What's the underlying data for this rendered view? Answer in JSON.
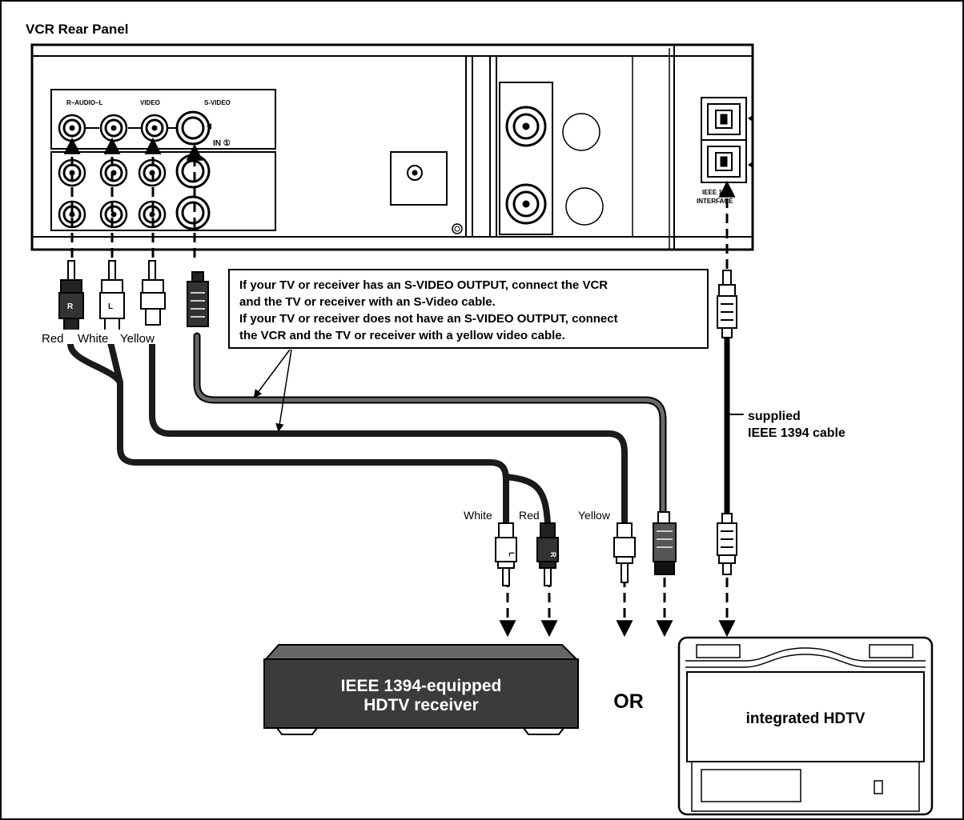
{
  "panel_title": "VCR Rear Panel",
  "jack_labels": {
    "audio": "R–AUDIO–L",
    "video": "VIDEO",
    "svideo": "S-VIDEO",
    "in": "IN ①"
  },
  "ieee_port_label": [
    "IEEE 1394",
    "INTERFACE"
  ],
  "plug_letters": {
    "red": "R",
    "white": "L"
  },
  "top_cable_labels": {
    "red": "Red",
    "white": "White",
    "yellow": "Yellow"
  },
  "bottom_cable_labels": {
    "white": "White",
    "red": "Red",
    "yellow": "Yellow"
  },
  "note_lines": [
    "If your TV or receiver has an S-VIDEO OUTPUT, connect the VCR",
    "and the TV or receiver with an S-Video cable.",
    "If your TV or receiver does not have an S-VIDEO OUTPUT, connect",
    "the VCR and the TV or receiver with a yellow video cable."
  ],
  "cable_label": [
    "supplied",
    "IEEE 1394 cable"
  ],
  "receiver_label": [
    "IEEE 1394-equipped",
    "HDTV receiver"
  ],
  "or_label": "OR",
  "tv_label": "integrated HDTV"
}
